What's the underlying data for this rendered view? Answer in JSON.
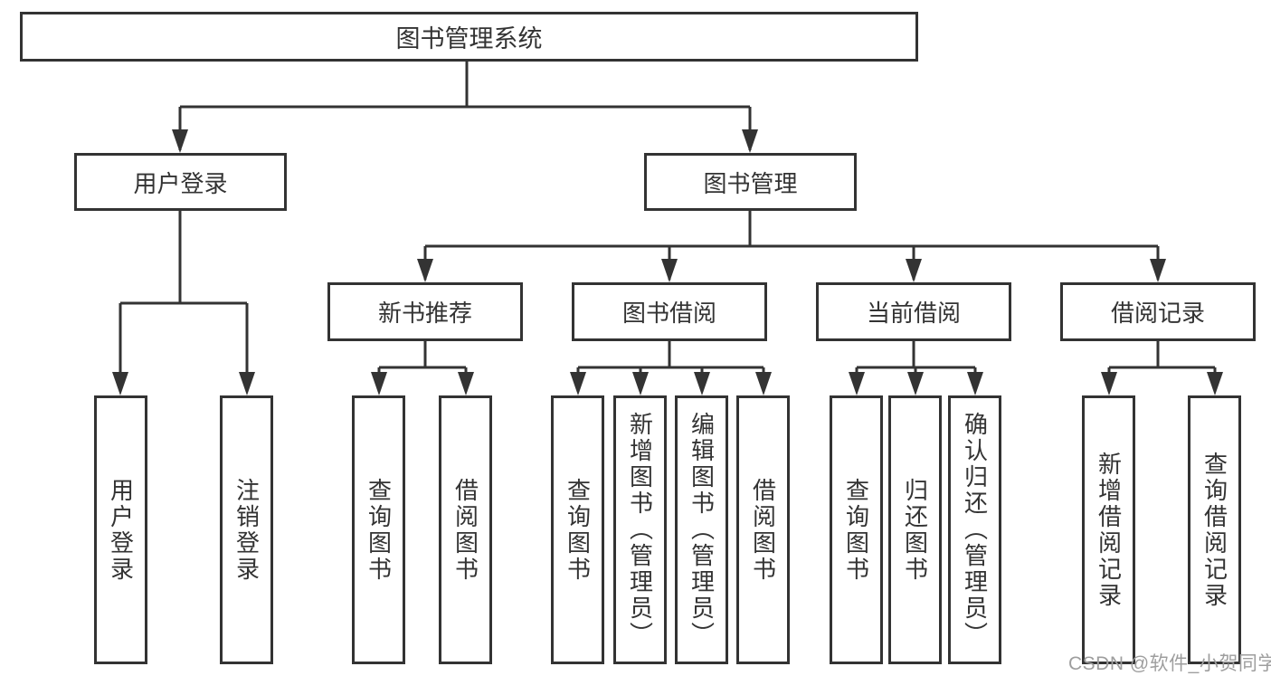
{
  "diagram": {
    "root": {
      "label": "图书管理系统"
    },
    "branches": [
      {
        "label": "用户登录",
        "children": [
          {
            "label": "用户登录"
          },
          {
            "label": "注销登录"
          }
        ]
      },
      {
        "label": "图书管理",
        "children": [
          {
            "label": "新书推荐",
            "children": [
              {
                "label": "查询图书"
              },
              {
                "label": "借阅图书"
              }
            ]
          },
          {
            "label": "图书借阅",
            "children": [
              {
                "label": "查询图书"
              },
              {
                "label": "新增图书（管理员）"
              },
              {
                "label": "编辑图书（管理员）"
              },
              {
                "label": "借阅图书"
              }
            ]
          },
          {
            "label": "当前借阅",
            "children": [
              {
                "label": "查询图书"
              },
              {
                "label": "归还图书"
              },
              {
                "label": "确认归还（管理员）"
              }
            ]
          },
          {
            "label": "借阅记录",
            "children": [
              {
                "label": "新增借阅记录"
              },
              {
                "label": "查询借阅记录"
              }
            ]
          }
        ]
      }
    ],
    "watermark": "CSDN @软件_小贺同学",
    "colors": {
      "line": "#333333",
      "text": "#333333",
      "background": "#ffffff",
      "watermark": "#9e9e9e"
    }
  }
}
